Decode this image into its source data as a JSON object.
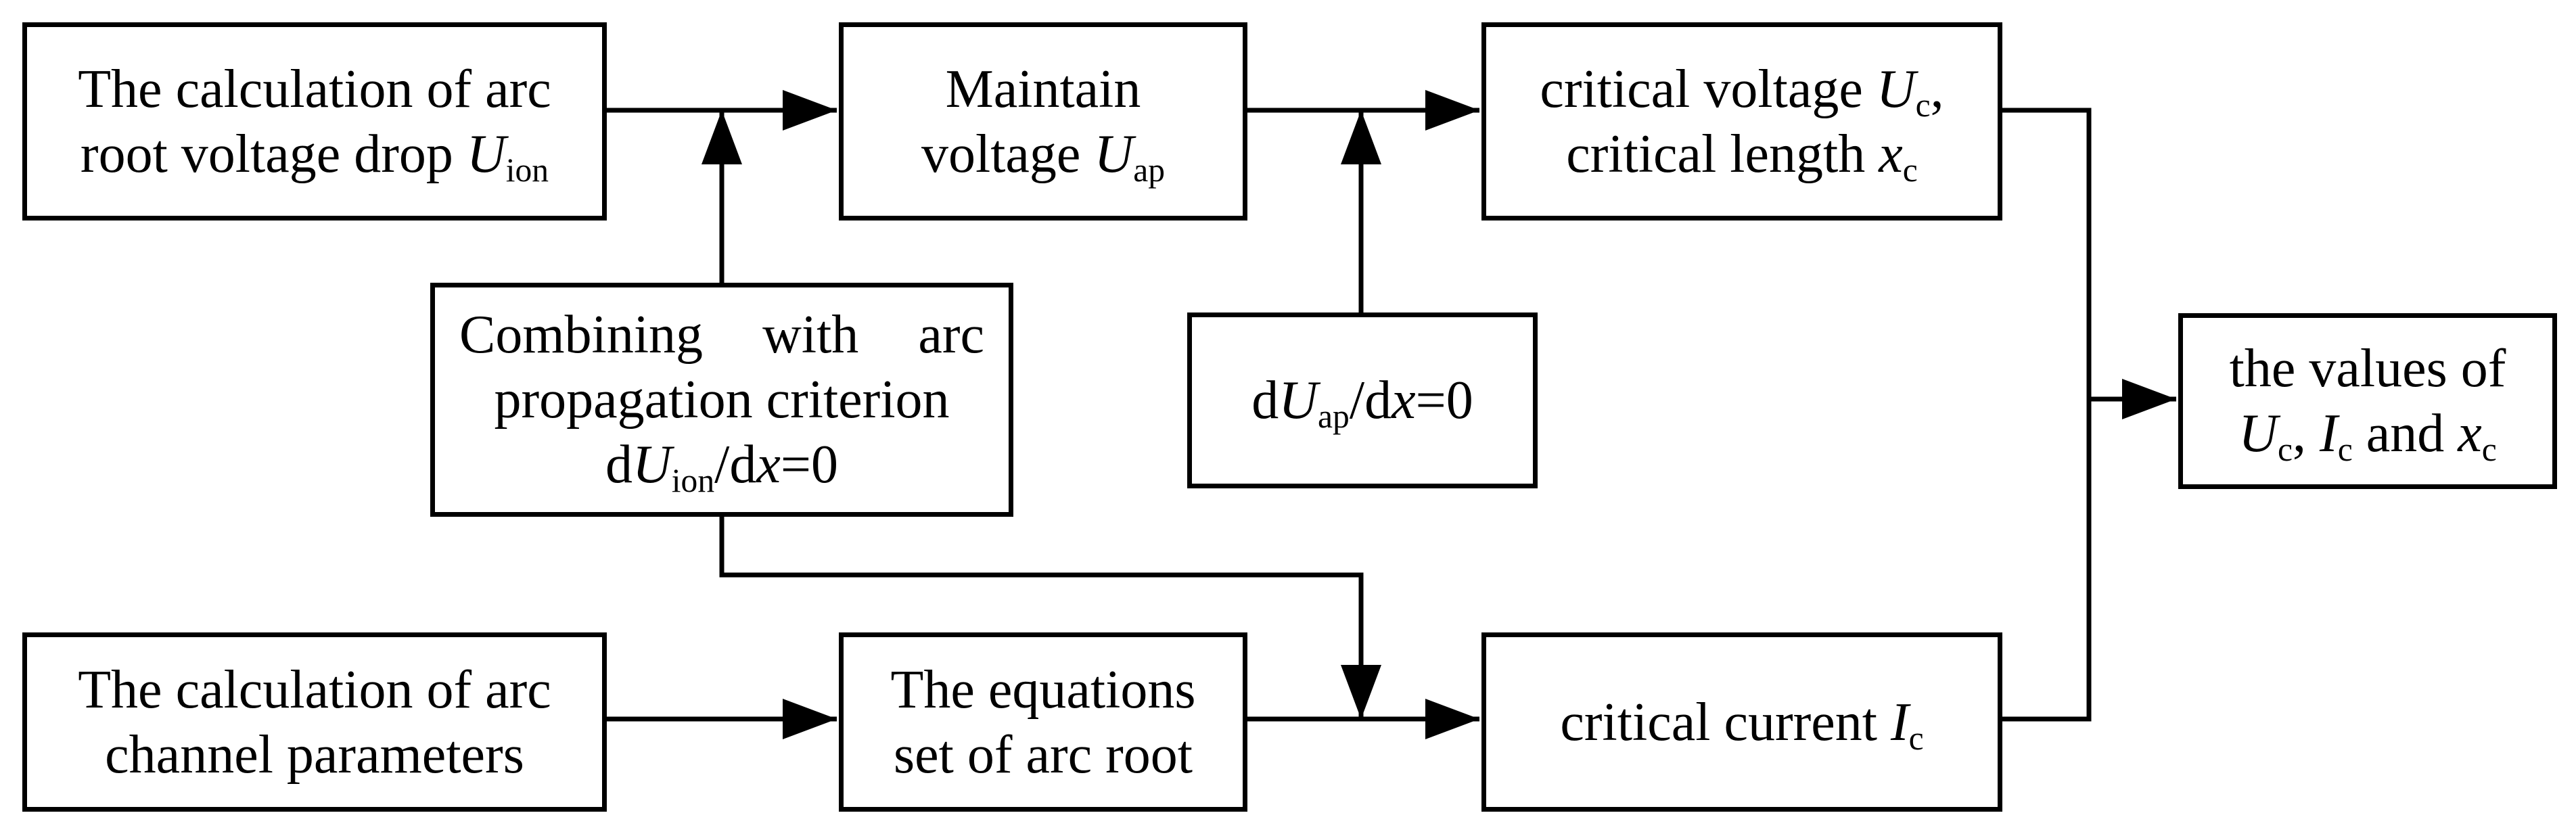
{
  "nodes": {
    "arc_root_voltage": {
      "line1": "The calculation of arc",
      "line2_text": "root voltage drop ",
      "var": "U",
      "sub": "ion"
    },
    "maintain_voltage": {
      "line1": "Maintain",
      "line2_text": "voltage ",
      "var": "U",
      "sub": "ap"
    },
    "critical_voltage_length": {
      "line1_text": "critical voltage ",
      "line1_var": "U",
      "line1_sub": "c",
      "line1_tail": ",",
      "line2_text": "critical length ",
      "line2_var": "x",
      "line2_sub": "c"
    },
    "propagation_criterion": {
      "line1": "Combining with arc",
      "line2": "propagation criterion",
      "eq_d1": "d",
      "eq_var": "U",
      "eq_sub": "ion",
      "eq_mid": "/d",
      "eq_var2": "x",
      "eq_tail": "=0"
    },
    "dUap_condition": {
      "eq_d1": "d",
      "eq_var": "U",
      "eq_sub": "ap",
      "eq_mid": "/d",
      "eq_var2": "x",
      "eq_tail": "=0"
    },
    "result_values": {
      "line1": "the values of",
      "var1": "U",
      "sub1": "c",
      "sep1": ", ",
      "var2": "I",
      "sub2": "c",
      "sep2": " and ",
      "var3": "x",
      "sub3": "c"
    },
    "arc_channel_params": {
      "line1": "The calculation of arc",
      "line2": "channel parameters"
    },
    "arc_root_equations": {
      "line1": "The equations",
      "line2": "set of arc root"
    },
    "critical_current": {
      "line1_text": "critical current ",
      "var": "I",
      "sub": "c"
    }
  },
  "colors": {
    "stroke": "#000000",
    "background": "#ffffff"
  }
}
